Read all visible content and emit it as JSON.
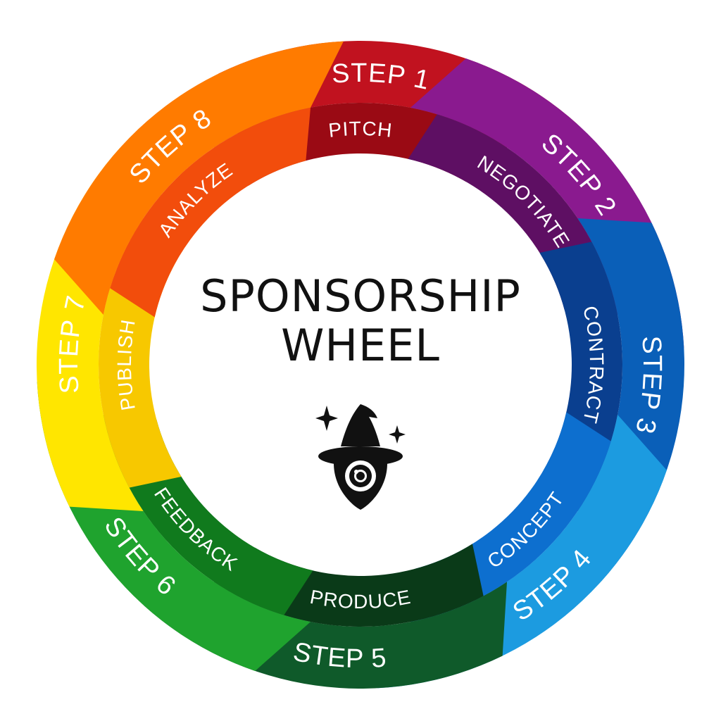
{
  "title": {
    "line1": "SPONSORSHIP",
    "line2": "WHEEL"
  },
  "center_icon": "wizard-hat-eye-icon",
  "steps": [
    {
      "step": "STEP 1",
      "label": "PITCH",
      "color_top": "#c1121f",
      "color_bottom": "#9a0a14"
    },
    {
      "step": "STEP 2",
      "label": "NEGOTIATE",
      "color_top": "#8a1a8f",
      "color_bottom": "#5e0f63"
    },
    {
      "step": "STEP 3",
      "label": "CONTRACT",
      "color_top": "#0a5fb8",
      "color_bottom": "#0a3f8f"
    },
    {
      "step": "STEP 4",
      "label": "CONCEPT",
      "color_top": "#1c9be0",
      "color_bottom": "#0d6fcf"
    },
    {
      "step": "STEP 5",
      "label": "PRODUCE",
      "color_top": "#0f5a2a",
      "color_bottom": "#0a3a18"
    },
    {
      "step": "STEP 6",
      "label": "FEEDBACK",
      "color_top": "#1fa32e",
      "color_bottom": "#107a1d"
    },
    {
      "step": "STEP 7",
      "label": "PUBLISH",
      "color_top": "#ffe600",
      "color_bottom": "#f7c800"
    },
    {
      "step": "STEP 8",
      "label": "ANALYZE",
      "color_top": "#ff7b00",
      "color_bottom": "#f24d0c"
    }
  ]
}
